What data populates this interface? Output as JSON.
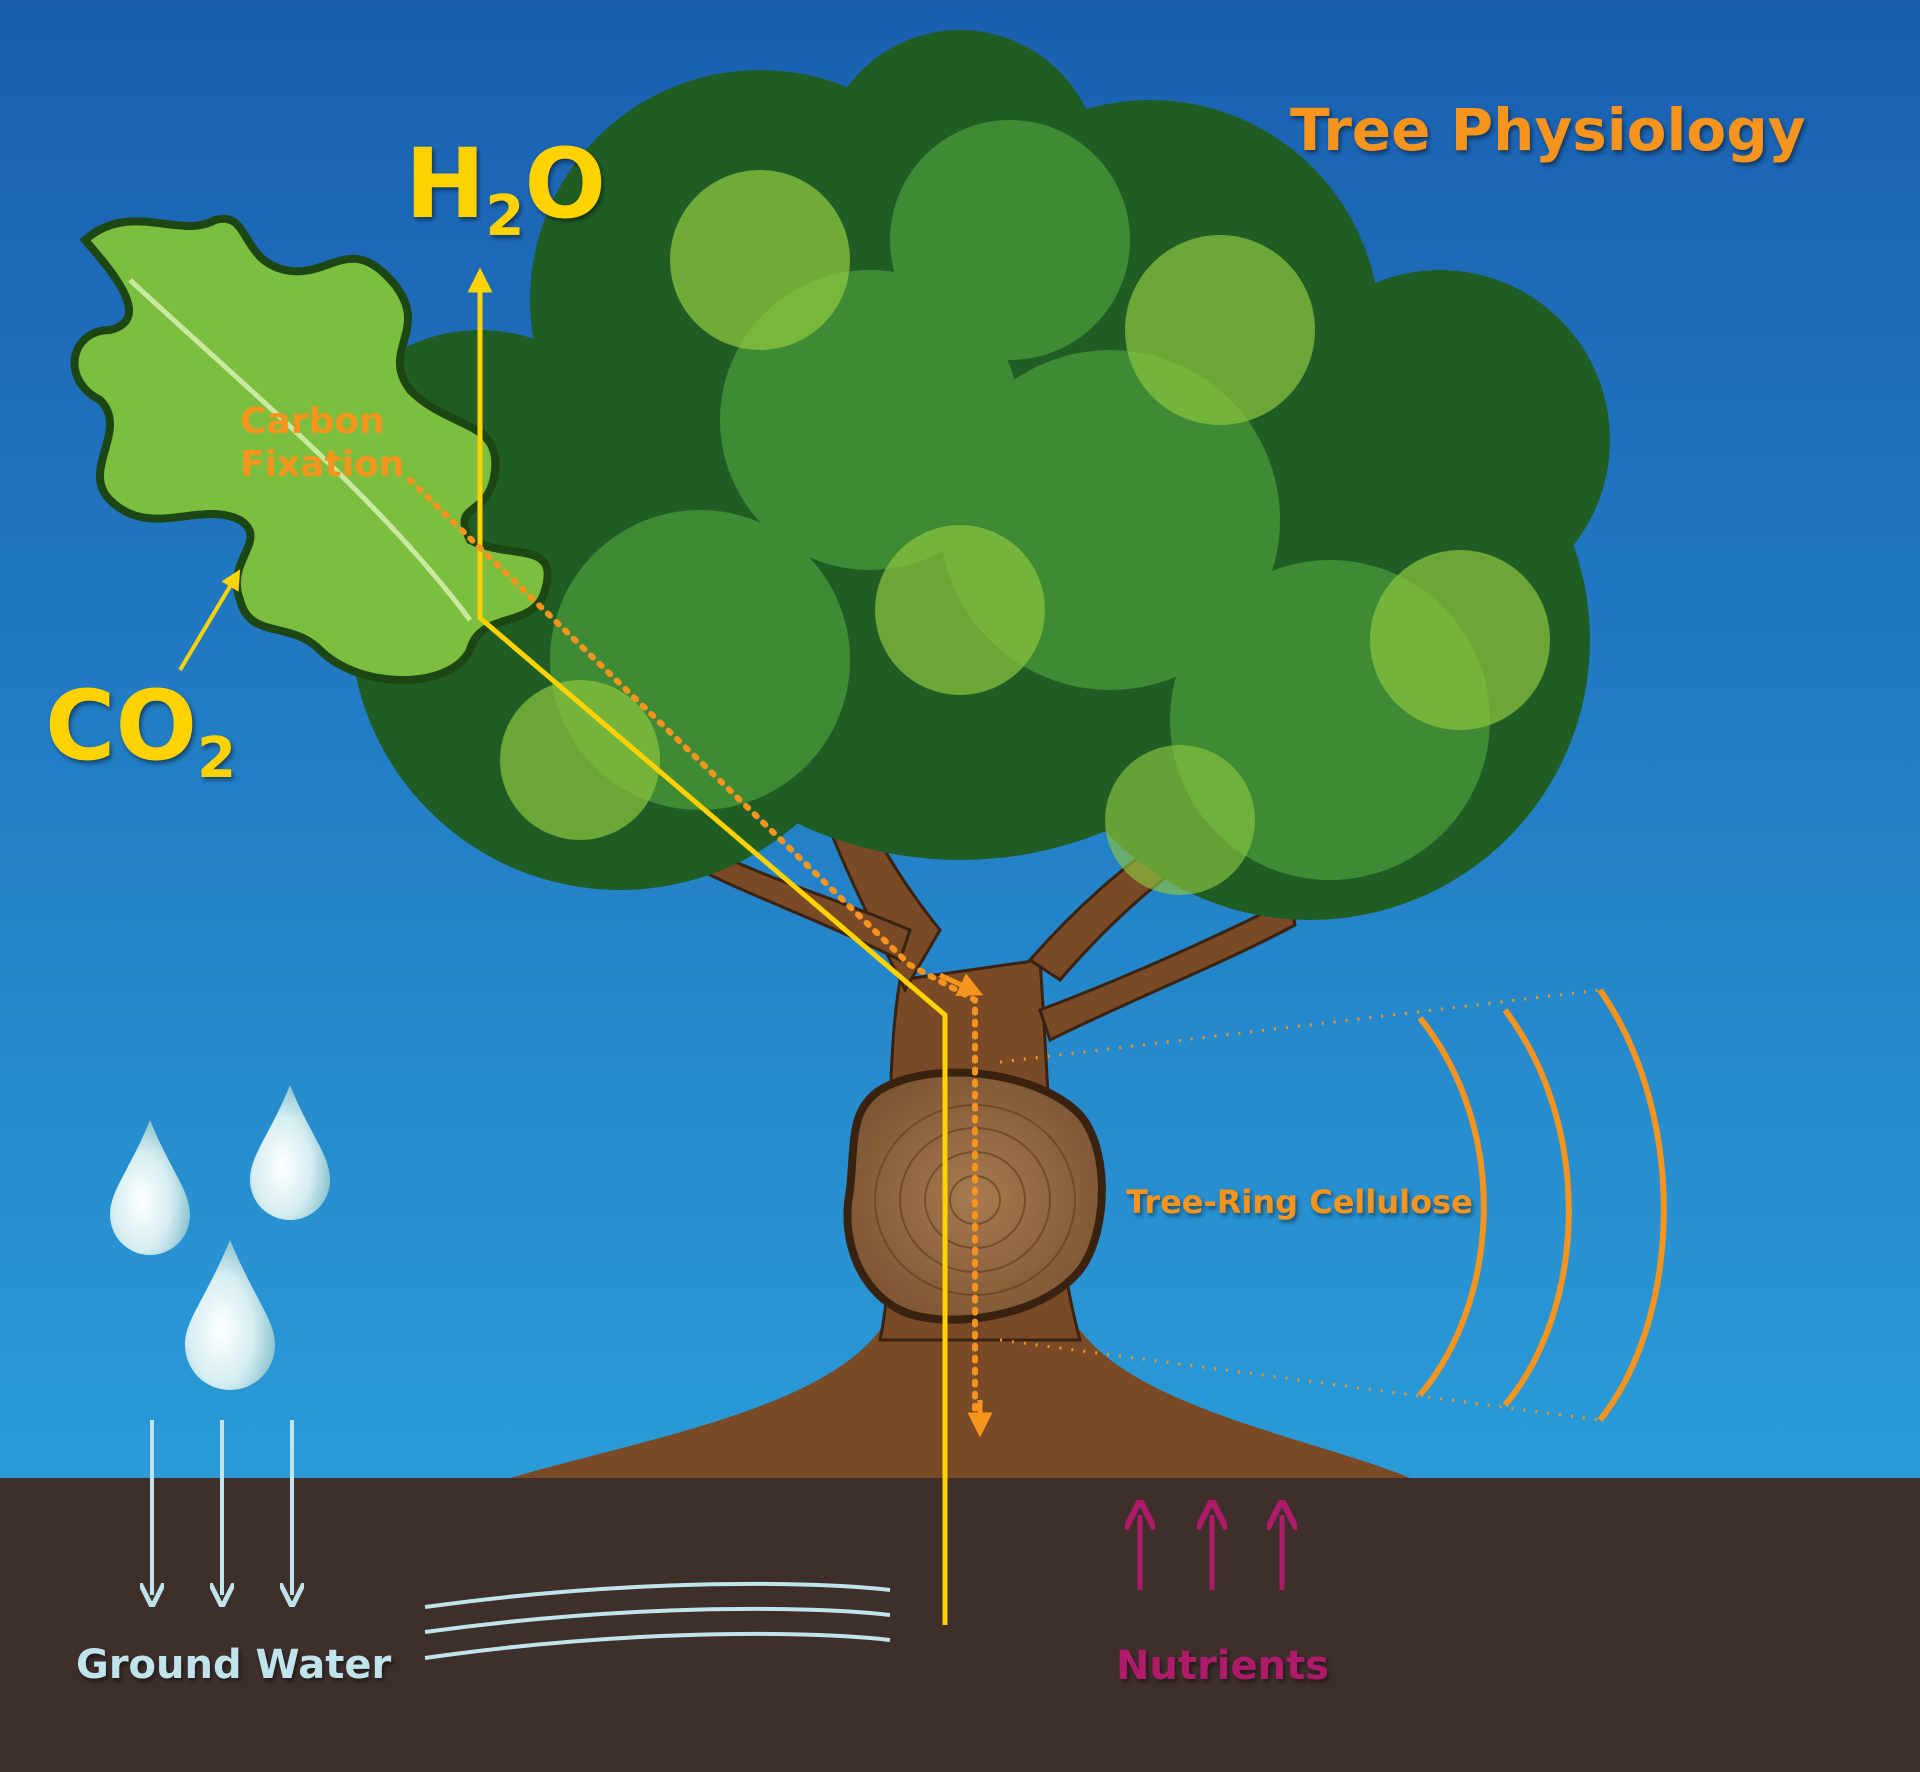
{
  "title": "Tree Physiology",
  "labels": {
    "h2o_main": "H",
    "h2o_sub": "2",
    "h2o_end": "O",
    "co2_main": "CO",
    "co2_sub": "2",
    "carbon_line1": "Carbon",
    "carbon_line2": "Fixation",
    "cellulose": "Tree-Ring Cellulose",
    "groundwater": "Ground Water",
    "nutrients": "Nutrients"
  },
  "colors": {
    "sky_top": "#1a5fb0",
    "sky_bottom": "#2a9bd8",
    "soil": "#3e2f2b",
    "trunk": "#7a4a26",
    "foliage_dark": "#1f5d25",
    "foliage_mid": "#3e8a35",
    "foliage_light": "#8cc63f",
    "h2o_path": "#ffd200",
    "carbon_path": "#f7941d",
    "ground_water": "#bfe4ec",
    "nutrients": "#b01a6b"
  },
  "icons": [
    "oak-leaf-icon",
    "water-drop-icon",
    "tree-cross-section-icon"
  ]
}
